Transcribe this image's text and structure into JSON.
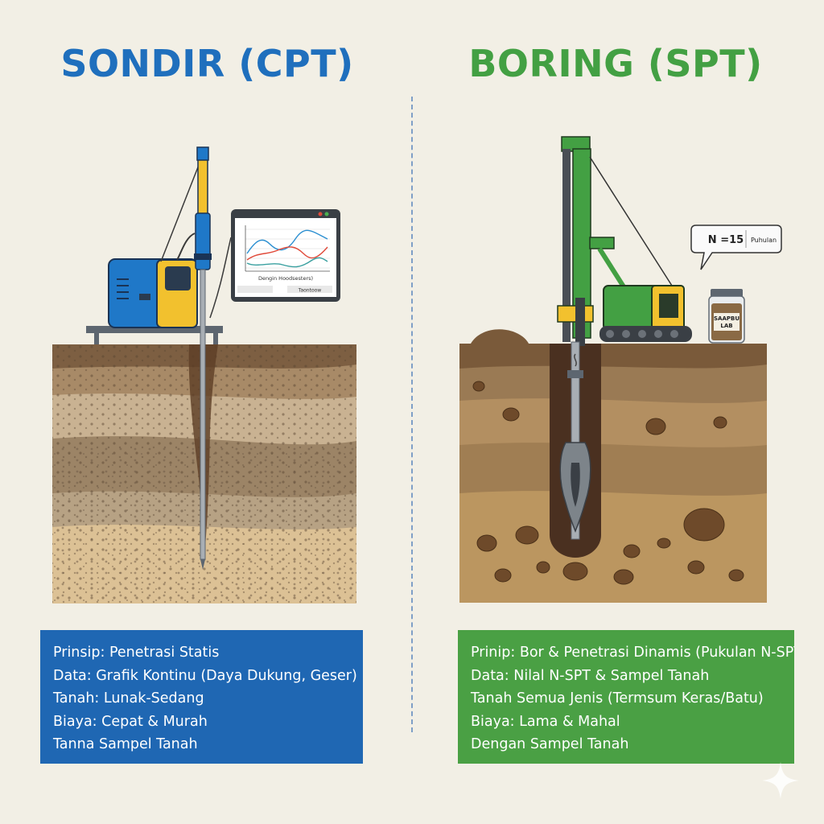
{
  "left": {
    "title": "SONDIR (CPT)",
    "monitor_caption": "Dengin Hoodsesters)",
    "monitor_button": "Taontoow",
    "points": [
      "Prinsip: Penetrasi Statis",
      "Data: Grafik Kontinu (Daya Dukung, Geser)",
      "Tanah: Lunak-Sedang",
      "Biaya: Cepat & Murah",
      "Tanna Sampel Tanah"
    ]
  },
  "right": {
    "title": "BORING (SPT)",
    "callout_value": "N =15",
    "callout_unit": "Puhulan",
    "jar_label_line1": "SAAPBU",
    "jar_label_line2": "LAB",
    "points": [
      "Prinip: Bor & Penetrasi Dinamis (Pukulan N-SPT)",
      "Data:  Nilal N-SPT & Sampel Tanah",
      "Tanah Semua Jenis (Termsum Keras/Batu)",
      "Biaya: Lama & Mahal",
      "Dengan Sampel Tanah"
    ]
  },
  "colors": {
    "cpt_blue": "#1f67b3",
    "spt_green": "#4aa044",
    "accent_yellow": "#f2c12e",
    "background": "#f2efe5"
  }
}
